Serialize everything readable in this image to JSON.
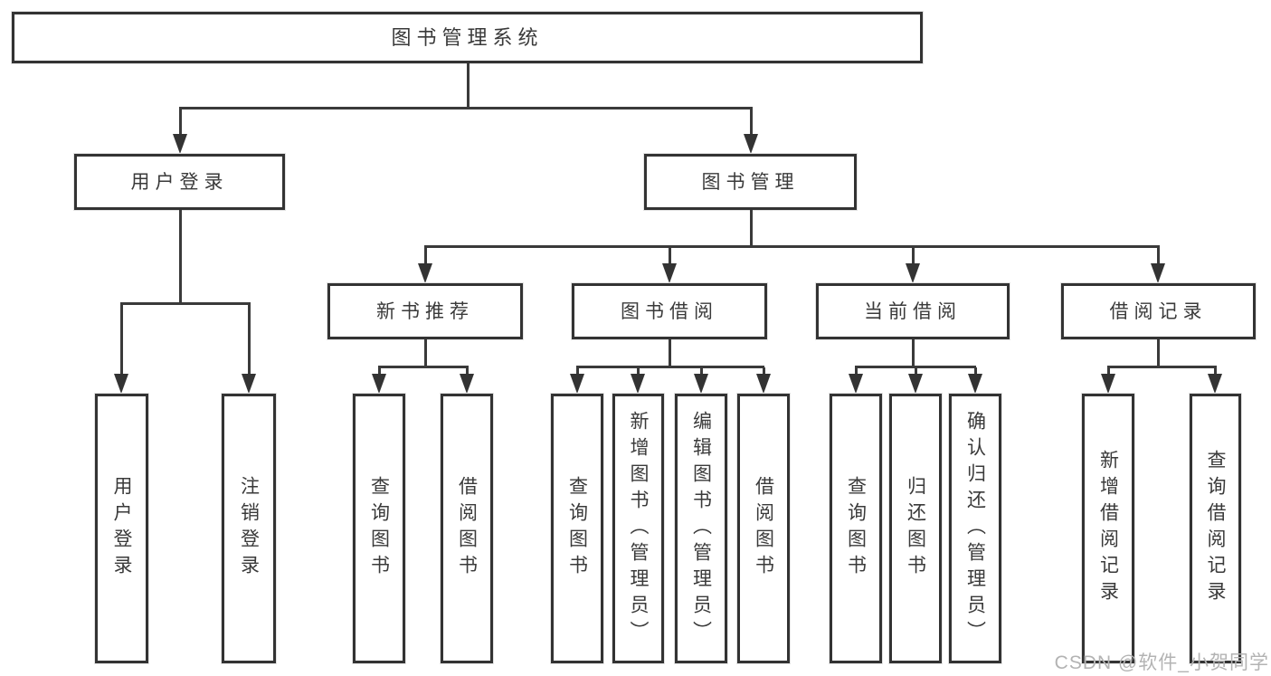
{
  "tree": {
    "label": "图书管理系统",
    "children": [
      {
        "label": "用户登录",
        "children": [
          {
            "label": "用户登录"
          },
          {
            "label": "注销登录"
          }
        ]
      },
      {
        "label": "图书管理",
        "children": [
          {
            "label": "新书推荐",
            "children": [
              {
                "label": "查询图书"
              },
              {
                "label": "借阅图书"
              }
            ]
          },
          {
            "label": "图书借阅",
            "children": [
              {
                "label": "查询图书"
              },
              {
                "label": "新增图书（管理员）"
              },
              {
                "label": "编辑图书（管理员）"
              },
              {
                "label": "借阅图书"
              }
            ]
          },
          {
            "label": "当前借阅",
            "children": [
              {
                "label": "查询图书"
              },
              {
                "label": "归还图书"
              },
              {
                "label": "确认归还（管理员）"
              }
            ]
          },
          {
            "label": "借阅记录",
            "children": [
              {
                "label": "新增借阅记录"
              },
              {
                "label": "查询借阅记录"
              }
            ]
          }
        ]
      }
    ]
  },
  "watermark": {
    "text": "CSDN @软件_小贺同学"
  },
  "colors": {
    "line": "#3a3a3a",
    "border": "#333333",
    "text": "#3a3a3a",
    "watermark": "#b3b3b3",
    "background": "#ffffff"
  }
}
